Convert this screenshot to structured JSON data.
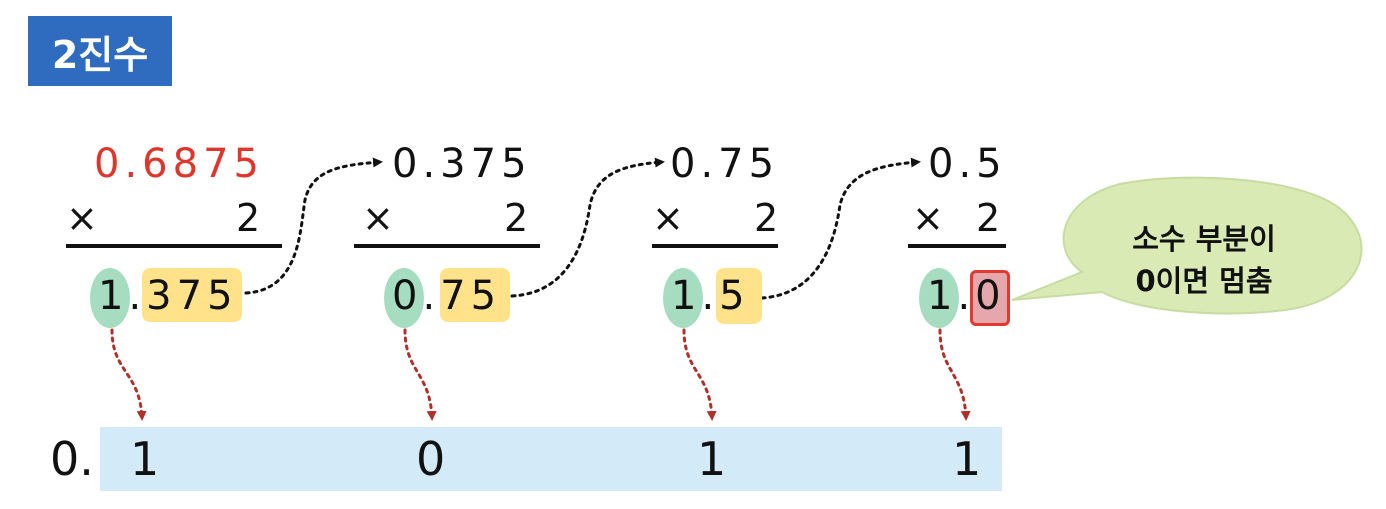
{
  "title": "2진수",
  "multiplier_sign": "×",
  "multiplier": "2",
  "steps": [
    {
      "input": "0.6875",
      "integer": "1",
      "point": ".",
      "fraction": "375"
    },
    {
      "input": "0.375",
      "integer": "0",
      "point": ".",
      "fraction": "75"
    },
    {
      "input": "0.75",
      "integer": "1",
      "point": ".",
      "fraction": "5"
    },
    {
      "input": "0.5",
      "integer": "1",
      "point": ".",
      "fraction": "0"
    }
  ],
  "result": {
    "prefix": "0.",
    "digits": [
      "1",
      "0",
      "1",
      "1"
    ]
  },
  "callout": {
    "line1": "소수 부분이",
    "line2": "0이면 멈춤"
  },
  "colors": {
    "title_bg": "#2f6cc0",
    "first_input": "#e0352b",
    "integer_highlight": "#a6dcc0",
    "fraction_highlight": "#ffe28a",
    "stop_highlight": "#e4a7ab",
    "result_bar": "#d3eaf8",
    "callout_fill": "#d9eab5",
    "arrow_down": "#b0302a"
  }
}
